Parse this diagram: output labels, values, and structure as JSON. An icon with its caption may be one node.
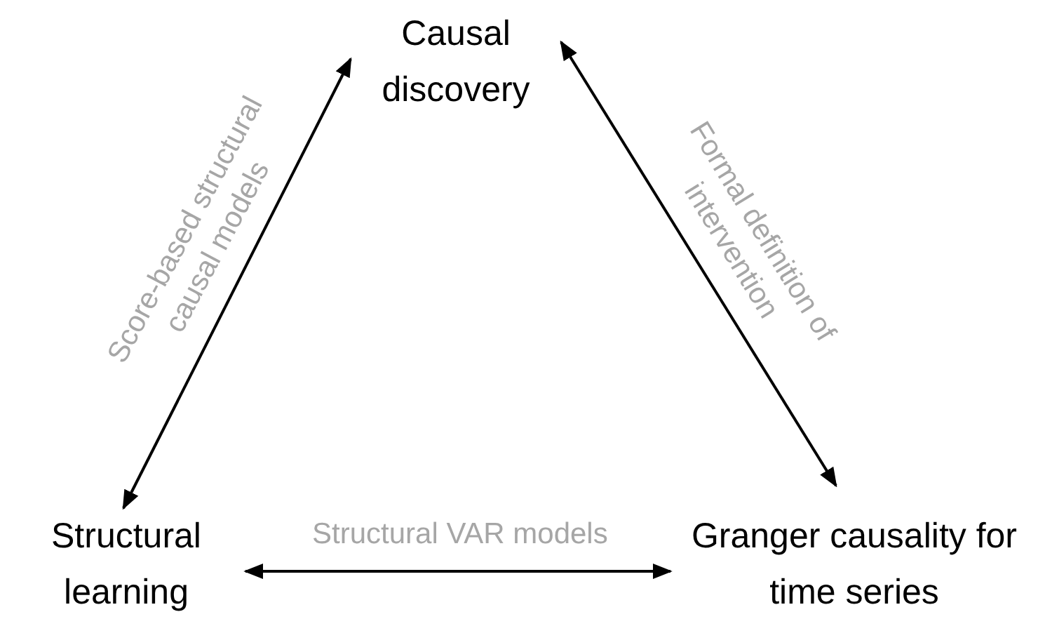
{
  "diagram": {
    "nodes": [
      {
        "text": [
          "Causal discovery"
        ]
      },
      {
        "text": [
          "Structural learning"
        ]
      },
      {
        "text": [
          "Granger causality for time series"
        ]
      }
    ],
    "edges": [
      {
        "from": 1,
        "to": 0,
        "arrow": "both",
        "label": "Score-based structural causal models"
      },
      {
        "from": 0,
        "to": 2,
        "arrow": "both",
        "label": "Formal definition of intervention"
      },
      {
        "from": 1,
        "to": 2,
        "arrow": "both",
        "label": "Structural VAR models"
      }
    ]
  }
}
